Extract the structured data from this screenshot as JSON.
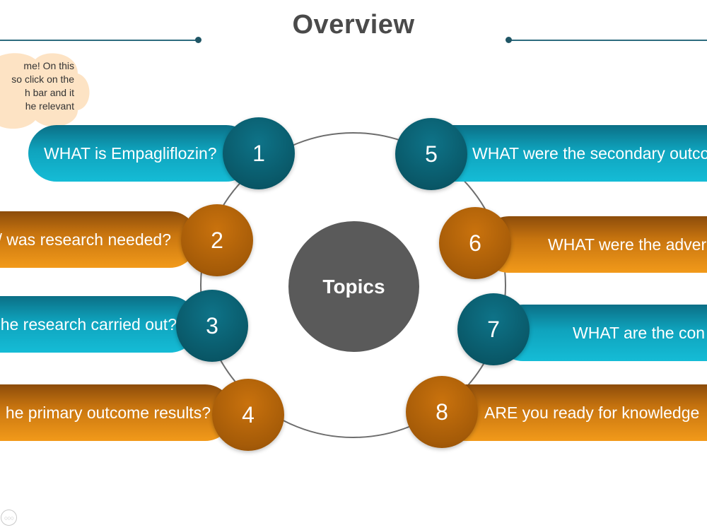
{
  "slide": {
    "title": "Overview",
    "center_label": "Topics",
    "callout_text": "me! On this\nso click on the\nh bar and it\nhe relevant",
    "nav_icon": "more-dots-icon",
    "nav_glyph": "○○○"
  },
  "topics": [
    {
      "number": "1",
      "label": "WHAT is Empagliflozin?"
    },
    {
      "number": "2",
      "label": "/ was research needed?"
    },
    {
      "number": "3",
      "label": "he research carried out?"
    },
    {
      "number": "4",
      "label": "he primary outcome results?"
    },
    {
      "number": "5",
      "label": "WHAT were the secondary outco"
    },
    {
      "number": "6",
      "label": "WHAT were the adver"
    },
    {
      "number": "7",
      "label": "WHAT are the con"
    },
    {
      "number": "8",
      "label": "ARE you ready for knowledge"
    }
  ],
  "colors": {
    "teal": "#0fa3bd",
    "orange": "#f29a1a",
    "hub": "#5a5a5a",
    "title": "#4a4a4a"
  }
}
